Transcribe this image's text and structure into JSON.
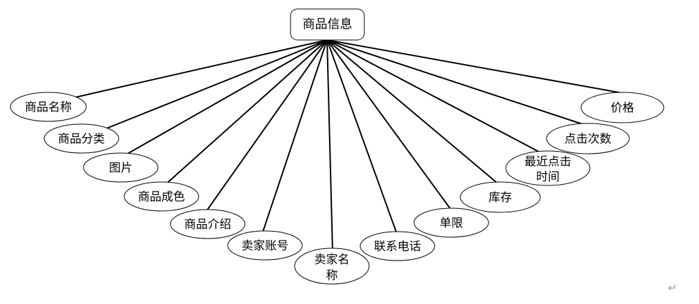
{
  "diagram": {
    "root": "商品信息",
    "attributes": [
      "商品名称",
      "商品分类",
      "图片",
      "商品成色",
      "商品介绍",
      "卖家账号",
      [
        "卖家名",
        "称"
      ],
      "联系电话",
      "单限",
      "库存",
      [
        "最近点击",
        "时间"
      ],
      "点击次数",
      "价格"
    ]
  },
  "page": {
    "paragraph_mark": "↵"
  }
}
